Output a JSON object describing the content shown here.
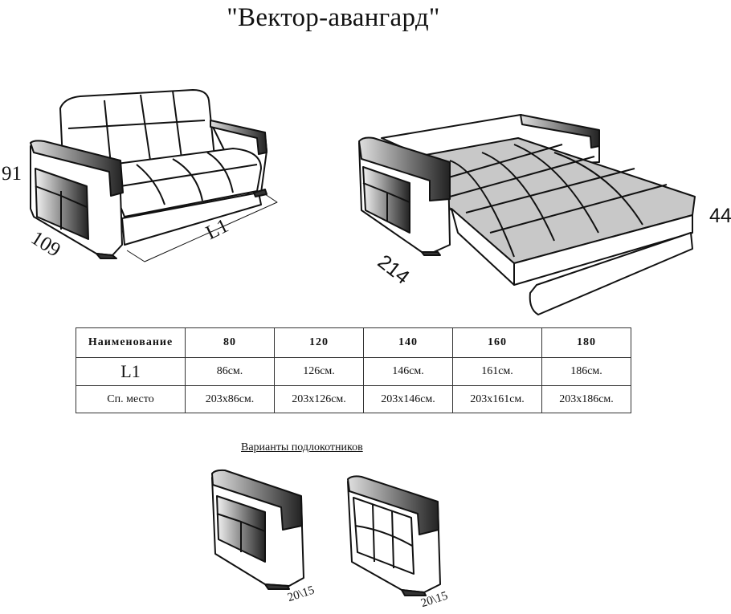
{
  "title": "\"Вектор-авангард\"",
  "dimensions": {
    "sofa_height": "91",
    "sofa_depth": "109",
    "sofa_length_label": "L1",
    "bed_length": "214",
    "bed_seat_height": "44"
  },
  "table": {
    "header": [
      "Наименование",
      "80",
      "120",
      "140",
      "160",
      "180"
    ],
    "rows": [
      {
        "label": "L1",
        "values": [
          "86см.",
          "126см.",
          "146см.",
          "161см.",
          "186см."
        ]
      },
      {
        "label": "Сп. место",
        "values": [
          "203x86см.",
          "203x126см.",
          "203x146см.",
          "203x161см.",
          "203x186см."
        ]
      }
    ]
  },
  "armrest_variants": {
    "title": "Варианты подлокотников",
    "items": [
      {
        "name": "armrest-with-shelves",
        "dim": "20\\15"
      },
      {
        "name": "armrest-quilted",
        "dim": "20\\15"
      }
    ]
  },
  "colors": {
    "line": "#111111",
    "mattress_fill": "#c8c8c8",
    "armrest_dark": "#2a2a2a",
    "armrest_light": "#d8d8d8"
  }
}
